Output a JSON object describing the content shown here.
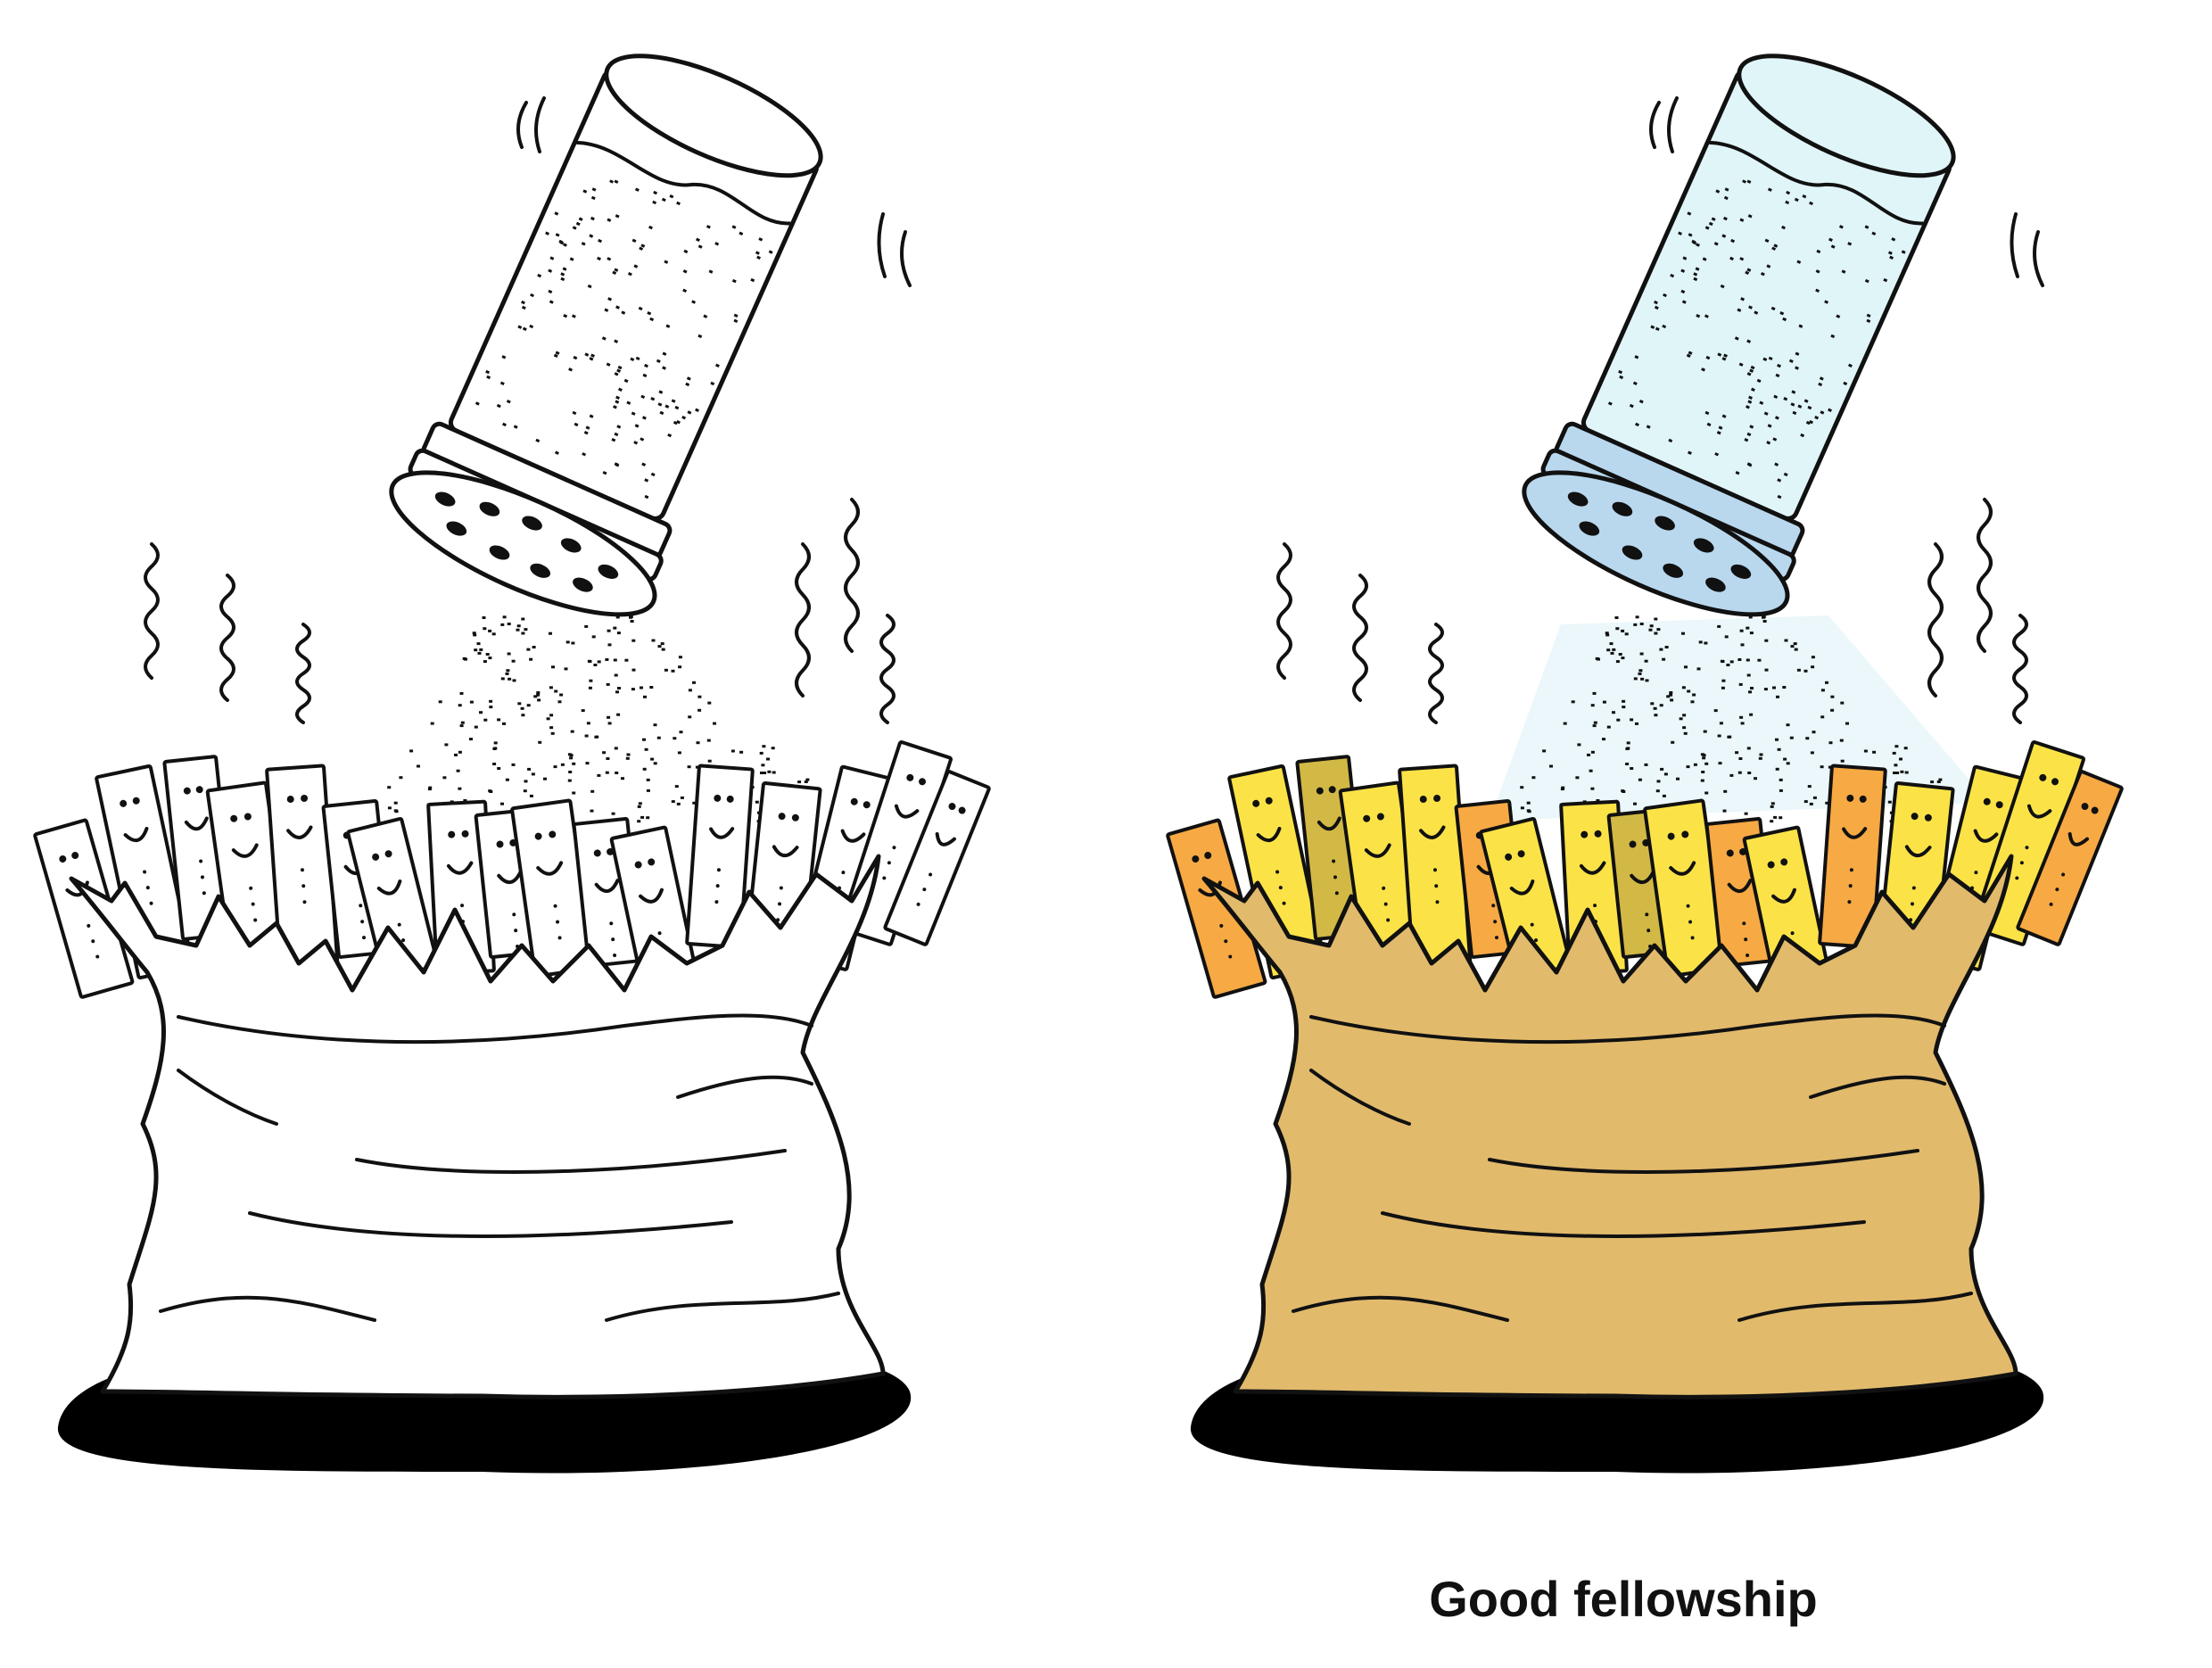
{
  "caption": "Good fellowship",
  "panels": [
    {
      "name": "outline-version",
      "colored": false
    },
    {
      "name": "colored-version",
      "colored": true
    }
  ],
  "colors": {
    "ink": "#111111",
    "bag_fill": "#e1ba6c",
    "shaker_glass": "#e0f5f8",
    "shaker_lid": "#b9d8ee",
    "salt_haze": "#e6f5f9",
    "fry_yellow": "#fbe347",
    "fry_orange": "#f7a944",
    "fry_olive": "#d2b945",
    "shadow": "#000000"
  },
  "icons": [
    "salt-shaker-icon",
    "sack-icon",
    "french-fry-icon",
    "steam-icon"
  ]
}
